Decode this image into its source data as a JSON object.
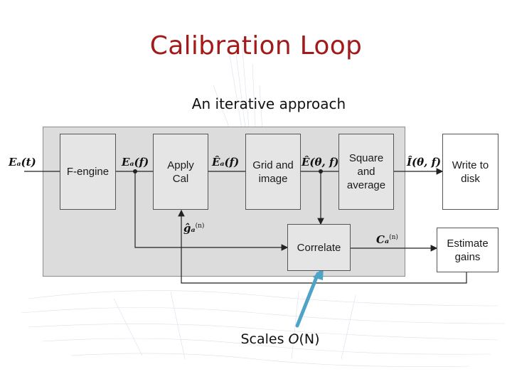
{
  "title": "Calibration Loop",
  "subtitle": "An iterative approach",
  "blocks": {
    "fengine": "F-engine",
    "apply_cal": "Apply\nCal",
    "grid_image": "Grid and\nimage",
    "square_average": "Square\nand\naverage",
    "write_disk": "Write to\ndisk",
    "correlate": "Correlate",
    "estimate_gains": "Estimate\ngains"
  },
  "signals": {
    "ea_t": "Eₐ(t)",
    "ea_f": "Eₐ(f)",
    "ea_hat_f": "Êₐ(f)",
    "e_hat_theta": "Ê(θ, f)",
    "i_hat_theta": "Î(θ, f)",
    "g_hat": "ĝₐ",
    "g_sup": "(n)",
    "c_a": "Cₐ",
    "c_sup": "(n)"
  },
  "footnote": {
    "prefix": "Scales ",
    "o": "O",
    "suffix": "(N)"
  },
  "colors": {
    "title": "#a31a1a",
    "pointer_arrow": "#4fa3c6"
  }
}
